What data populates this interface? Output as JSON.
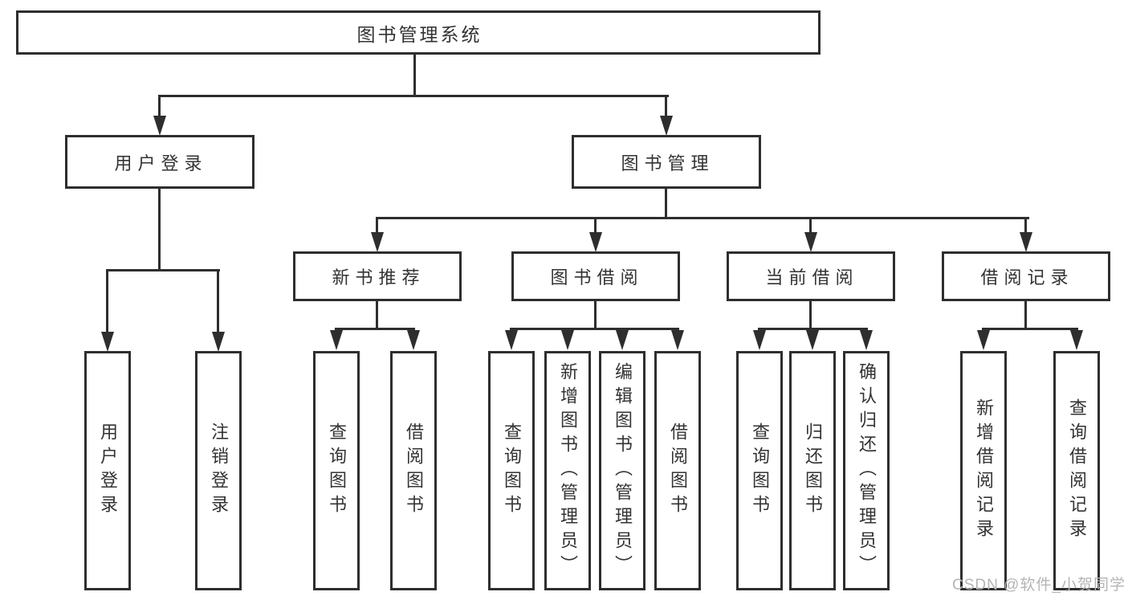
{
  "nodes": {
    "root": "图书管理系统",
    "user_login": "用户登录",
    "book_mgmt": "图书管理",
    "new_book_rec": "新书推荐",
    "book_borrow": "图书借阅",
    "current_borrow": "当前借阅",
    "borrow_record": "借阅记录",
    "ul_user_login": "用户登录",
    "ul_logout": "注销登录",
    "nr_query_book": "查询图书",
    "nr_borrow_book": "借阅图书",
    "bb_query_book": "查询图书",
    "bb_add_book": "新增图书（管理员）",
    "bb_edit_book": "编辑图书（管理员）",
    "bb_borrow_book": "借阅图书",
    "cb_query_book": "查询图书",
    "cb_return_book": "归还图书",
    "cb_confirm_return": "确认归还（管理员）",
    "br_add_record": "新增借阅记录",
    "br_query_record": "查询借阅记录"
  },
  "colors": {
    "line": "#2e2e2e",
    "text": "#333333",
    "background": "#ffffff",
    "watermark": "#b5b5b5"
  },
  "watermark": "CSDN @软件_小贺同学"
}
